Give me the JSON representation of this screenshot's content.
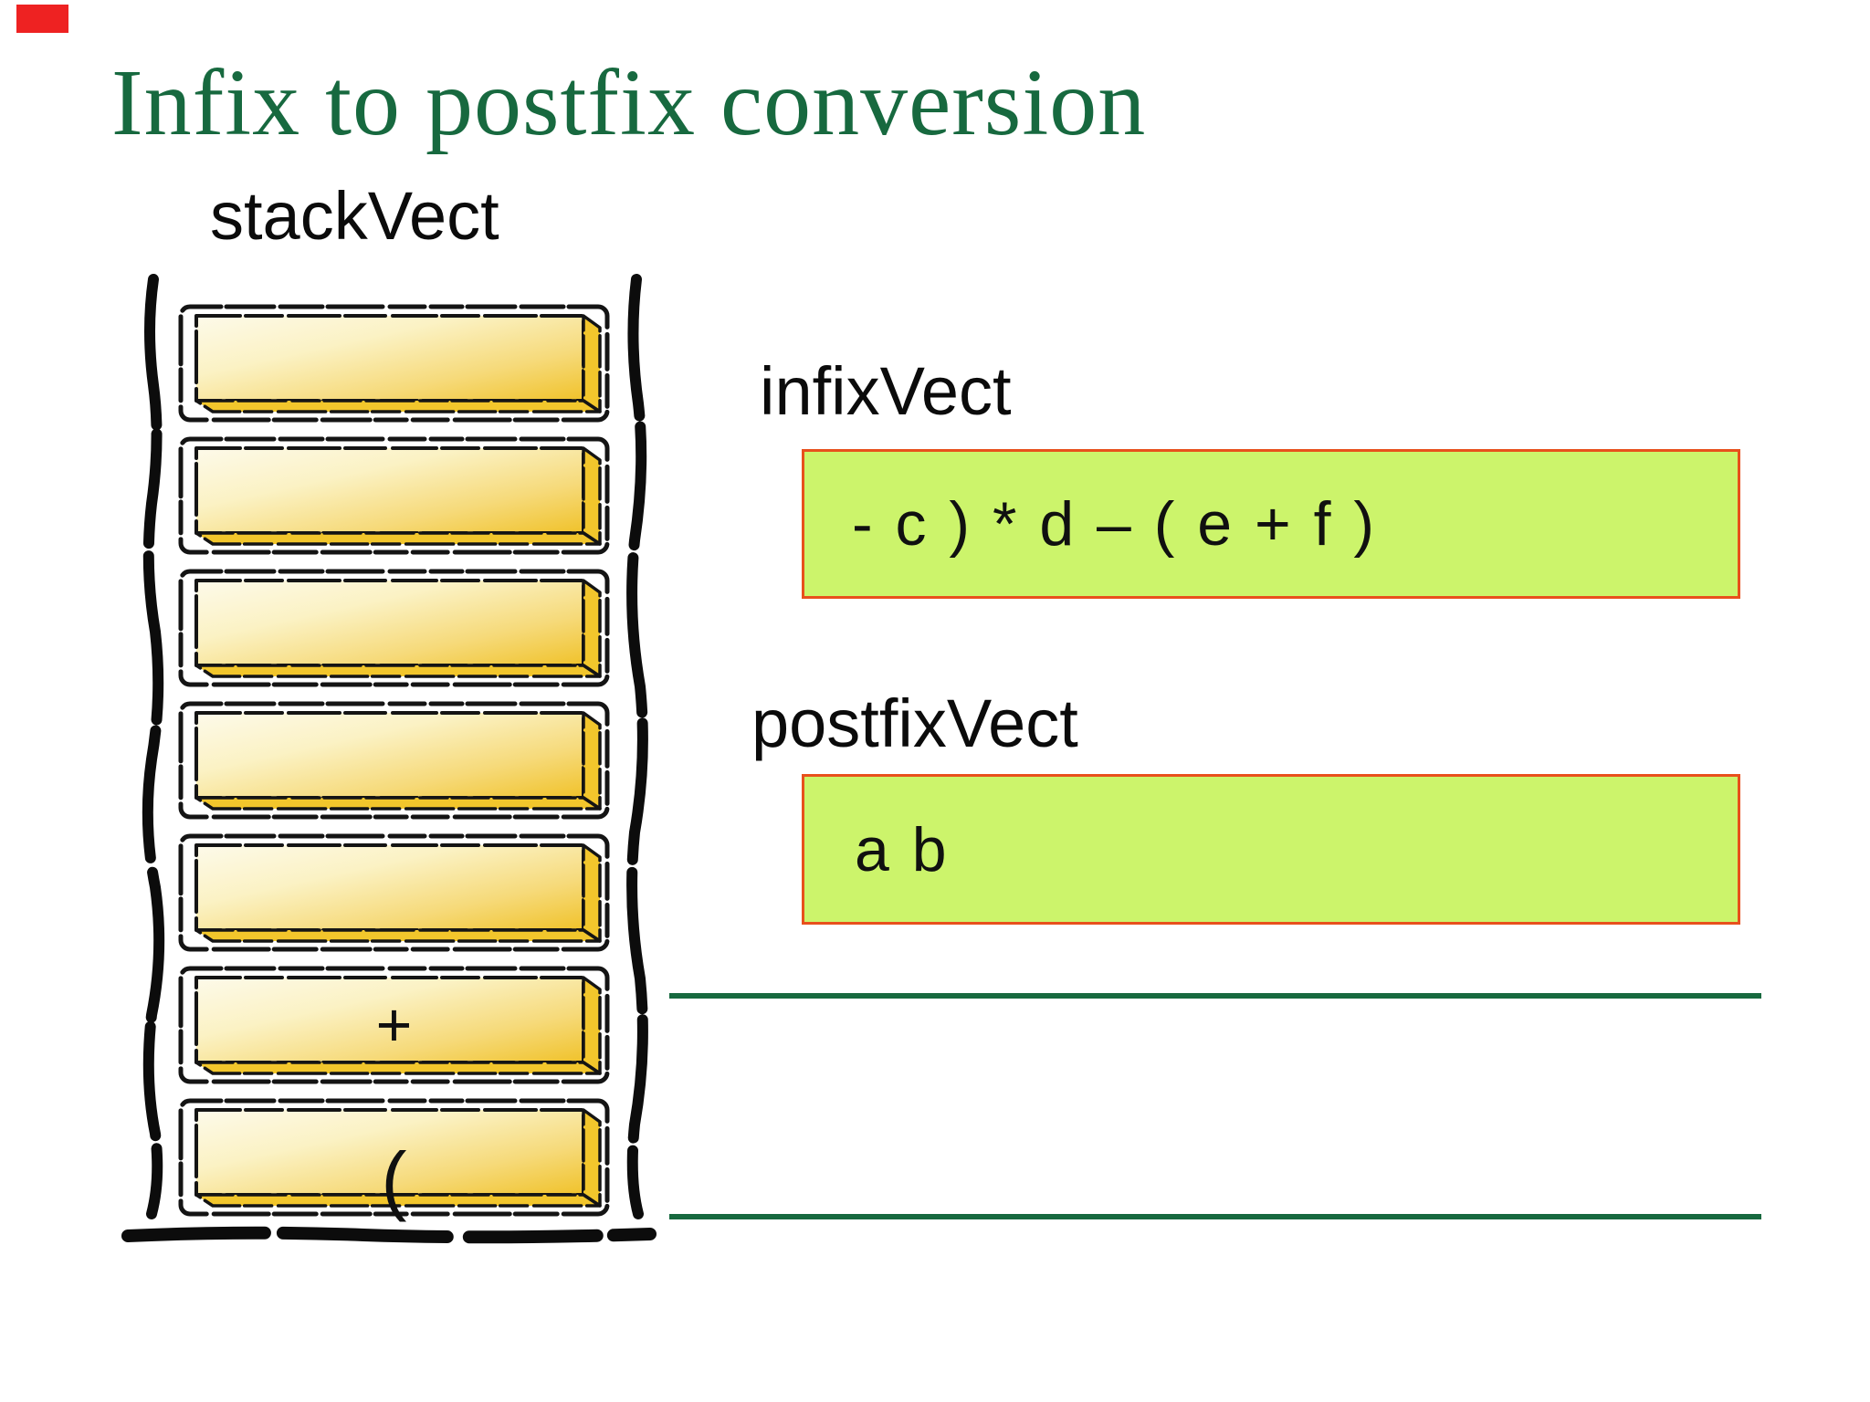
{
  "slide": {
    "title": "Infix to postfix conversion"
  },
  "stack": {
    "label": "stackVect",
    "items": [
      {
        "label": ""
      },
      {
        "label": ""
      },
      {
        "label": ""
      },
      {
        "label": ""
      },
      {
        "label": ""
      },
      {
        "label": "+"
      },
      {
        "label": "("
      }
    ]
  },
  "infix": {
    "label": "infixVect",
    "content": "- c ) * d – ( e + f )"
  },
  "postfix": {
    "label": "postfixVect",
    "content": "a b"
  },
  "colors": {
    "title_green": "#17693f",
    "divider_green": "#17693f",
    "vector_box_fill": "#ccf46b",
    "vector_box_border": "#e8501c",
    "gold_light": "#fdfaea",
    "gold_mid": "#f6da7a",
    "gold_deep": "#f0c22a",
    "gold_bevel": "#f2c62c",
    "sketch_black": "#141414",
    "corner_mark_red": "#ee2222"
  }
}
